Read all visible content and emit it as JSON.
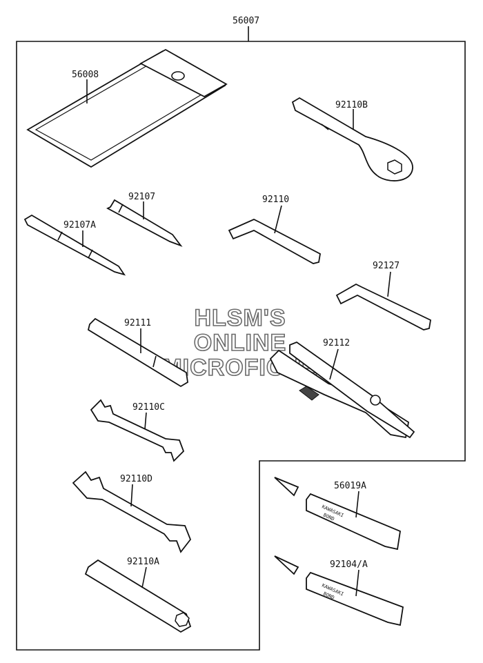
{
  "assembly": {
    "part_number": "56007"
  },
  "parts": {
    "pouch": {
      "number": "56008"
    },
    "ring_wrench": {
      "number": "92110B"
    },
    "screwdriver_bit": {
      "number": "92107"
    },
    "screwdriver_bit_a": {
      "number": "92107A"
    },
    "hex_key_large": {
      "number": "92110"
    },
    "hex_key_small": {
      "number": "92127"
    },
    "handle_bar": {
      "number": "92111"
    },
    "pliers": {
      "number": "92112"
    },
    "open_wrench_small": {
      "number": "92110C"
    },
    "open_wrench_large": {
      "number": "92110D"
    },
    "spark_plug_wrench": {
      "number": "92110A"
    },
    "bond_tube_1": {
      "number": "56019A",
      "tube_text_1": "KAWASAKI",
      "tube_text_2": "BOND"
    },
    "bond_tube_2": {
      "number": "92104/A",
      "tube_text_1": "KAWASAKI",
      "tube_text_2": "BOND"
    }
  },
  "watermark": {
    "line1": "HLSM'S",
    "line2": "ONLINE",
    "line3": "MICROFICHE"
  }
}
